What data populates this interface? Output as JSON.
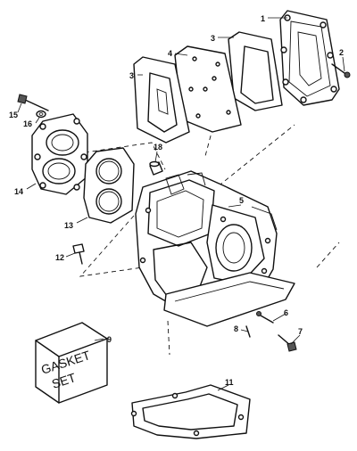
{
  "diagram": {
    "callouts": {
      "c1": "1",
      "c2": "2",
      "c3a": "3",
      "c3b": "3",
      "c4": "4",
      "c5": "5",
      "c6": "6",
      "c7": "7",
      "c8": "8",
      "c9": "9",
      "c11": "11",
      "c12": "12",
      "c13": "13",
      "c14": "14",
      "c15": "15",
      "c16": "16",
      "c18": "18"
    },
    "gasket_box": {
      "line1": "GASKET",
      "line2": "SET"
    }
  }
}
